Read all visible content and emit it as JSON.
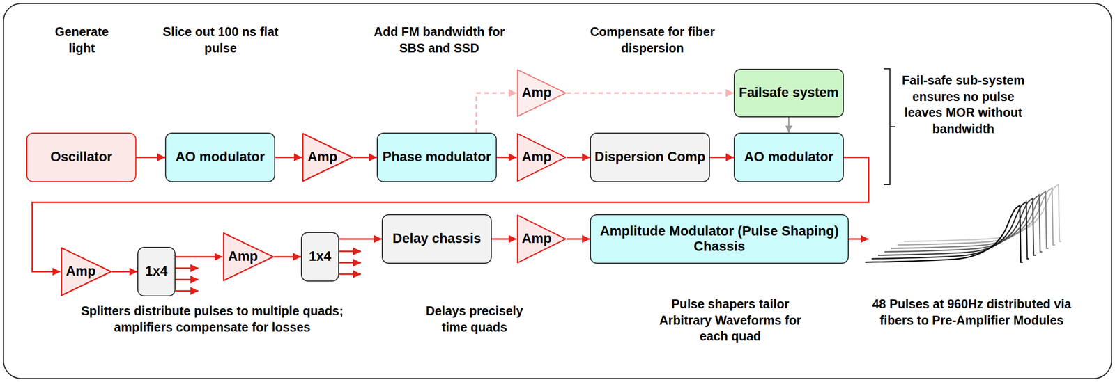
{
  "diagram": {
    "nodes": [
      {
        "text": [
          "Amp"
        ]
      },
      {
        "text": [
          "Failsafe system"
        ]
      },
      {
        "text": [
          "Oscillator"
        ]
      },
      {
        "text": [
          "AO modulator"
        ]
      },
      {
        "text": [
          "Amp"
        ]
      },
      {
        "text": [
          "Phase modulator"
        ]
      },
      {
        "text": [
          "Amp"
        ]
      },
      {
        "text": [
          "Dispersion Comp"
        ]
      },
      {
        "text": [
          "AO modulator"
        ]
      },
      {
        "text": [
          "Amp"
        ]
      },
      {
        "text": [
          "1x4"
        ]
      },
      {
        "text": [
          "Amp"
        ]
      },
      {
        "text": [
          "1x4"
        ]
      },
      {
        "text": [
          "Delay chassis"
        ]
      },
      {
        "text": [
          "Amp"
        ]
      },
      {
        "text": [
          "Amplitude Modulator (Pulse Shaping) Chassis"
        ]
      }
    ],
    "edges": [
      {
        "from": 5,
        "to": 0,
        "arrow": "to"
      },
      {
        "from": 0,
        "to": 1,
        "arrow": "to"
      },
      {
        "from": 1,
        "to": 8,
        "arrow": "to"
      },
      {
        "from": 2,
        "to": 3,
        "arrow": "to"
      },
      {
        "from": 3,
        "to": 4,
        "arrow": "to"
      },
      {
        "from": 4,
        "to": 5,
        "arrow": "to"
      },
      {
        "from": 5,
        "to": 6,
        "arrow": "to"
      },
      {
        "from": 6,
        "to": 7,
        "arrow": "to"
      },
      {
        "from": 7,
        "to": 8,
        "arrow": "to"
      },
      {
        "from": 8,
        "to": 9,
        "arrow": "to"
      },
      {
        "from": 9,
        "to": 10,
        "arrow": "to"
      },
      {
        "from": 10,
        "to": 11,
        "arrow": "to"
      },
      {
        "from": 11,
        "to": 12,
        "arrow": "to"
      },
      {
        "from": 12,
        "to": 13,
        "arrow": "to"
      },
      {
        "from": 13,
        "to": 14,
        "arrow": "to"
      },
      {
        "from": 14,
        "to": 15,
        "arrow": "to"
      }
    ],
    "labels": [
      "Generate light",
      "Slice out 100 ns flat pulse",
      "Add FM bandwidth for SBS and SSD",
      "Compensate for fiber dispersion",
      "Fail-safe sub-system ensures no pulse leaves MOR without bandwidth",
      "Splitters distribute pulses to multiple quads; amplifiers compensate for losses",
      "Delays precisely time quads",
      "Pulse shapers tailor Arbitrary Waveforms for each quad",
      "48 Pulses at 960Hz distributed via fibers to Pre-Amplifier Modules"
    ]
  }
}
